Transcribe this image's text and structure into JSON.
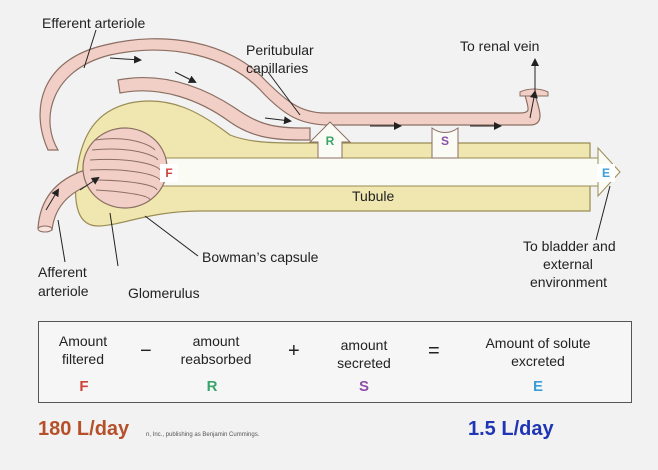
{
  "labels": {
    "efferent": "Efferent arteriole",
    "peritubular_1": "Peritubular",
    "peritubular_2": "capillaries",
    "renal_vein": "To renal vein",
    "tubule": "Tubule",
    "bowman": "Bowman’s capsule",
    "afferent_1": "Afferent",
    "afferent_2": "arteriole",
    "glomerulus": "Glomerulus",
    "bladder_1": "To bladder and",
    "bladder_2": "external",
    "bladder_3": "environment"
  },
  "markers": {
    "F": "F",
    "R": "R",
    "S": "S",
    "E": "E"
  },
  "equation": {
    "term1_line1": "Amount",
    "term1_line2": "filtered",
    "minus": "−",
    "term2_line1": "amount",
    "term2_line2": "reabsorbed",
    "plus": "+",
    "term3_line1": "amount",
    "term3_line2": "secreted",
    "equals": "=",
    "term4_line1": "Amount of solute",
    "term4_line2": "excreted"
  },
  "bottom": {
    "left_value": "180 L/day",
    "right_value": "1.5 L/day",
    "credit": "n, Inc., publishing as Benjamin Cummings."
  },
  "colors": {
    "vessel": "#f2cfc6",
    "vessel_stroke": "#8b6f63",
    "capsule": "#f0e6b0",
    "capsule_stroke": "#9a8c55",
    "F": "#d0433a",
    "R": "#3aa56a",
    "S": "#8d4fa8",
    "E": "#3a9ed8",
    "left_value": "#b5502a",
    "right_value": "#1f35b4"
  }
}
